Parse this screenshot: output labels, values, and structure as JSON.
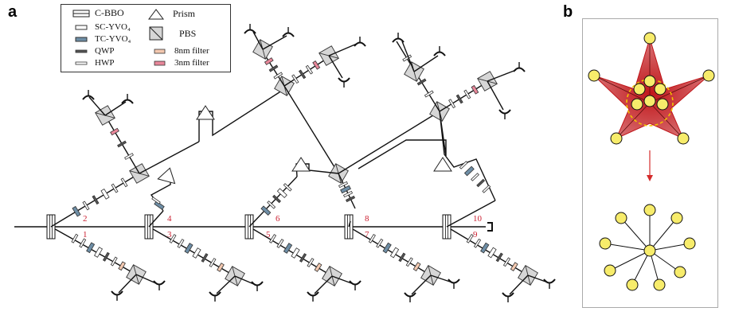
{
  "panels": {
    "a": "a",
    "b": "b"
  },
  "legend": {
    "cbbo": "C-BBO",
    "scyvo": "SC-YVO₄",
    "tcyvo": "TC-YVO₄",
    "qwp": "QWP",
    "hwp": "HWP",
    "prism": "Prism",
    "pbs": "PBS",
    "filter8": "8nm filter",
    "filter3": "3nm filter"
  },
  "beam_numbers": [
    "1",
    "2",
    "3",
    "4",
    "5",
    "6",
    "7",
    "8",
    "9",
    "10"
  ],
  "colors": {
    "beam": "#111111",
    "filter8": "#f4c9b0",
    "filter3": "#e8879a",
    "tcyvo": "#6e8ea6",
    "pbs": "#d6d6d6",
    "star_red": "#c0161a",
    "node": "#f7ec6b",
    "arrow": "#d42a2a",
    "dash": "#f3c400"
  }
}
